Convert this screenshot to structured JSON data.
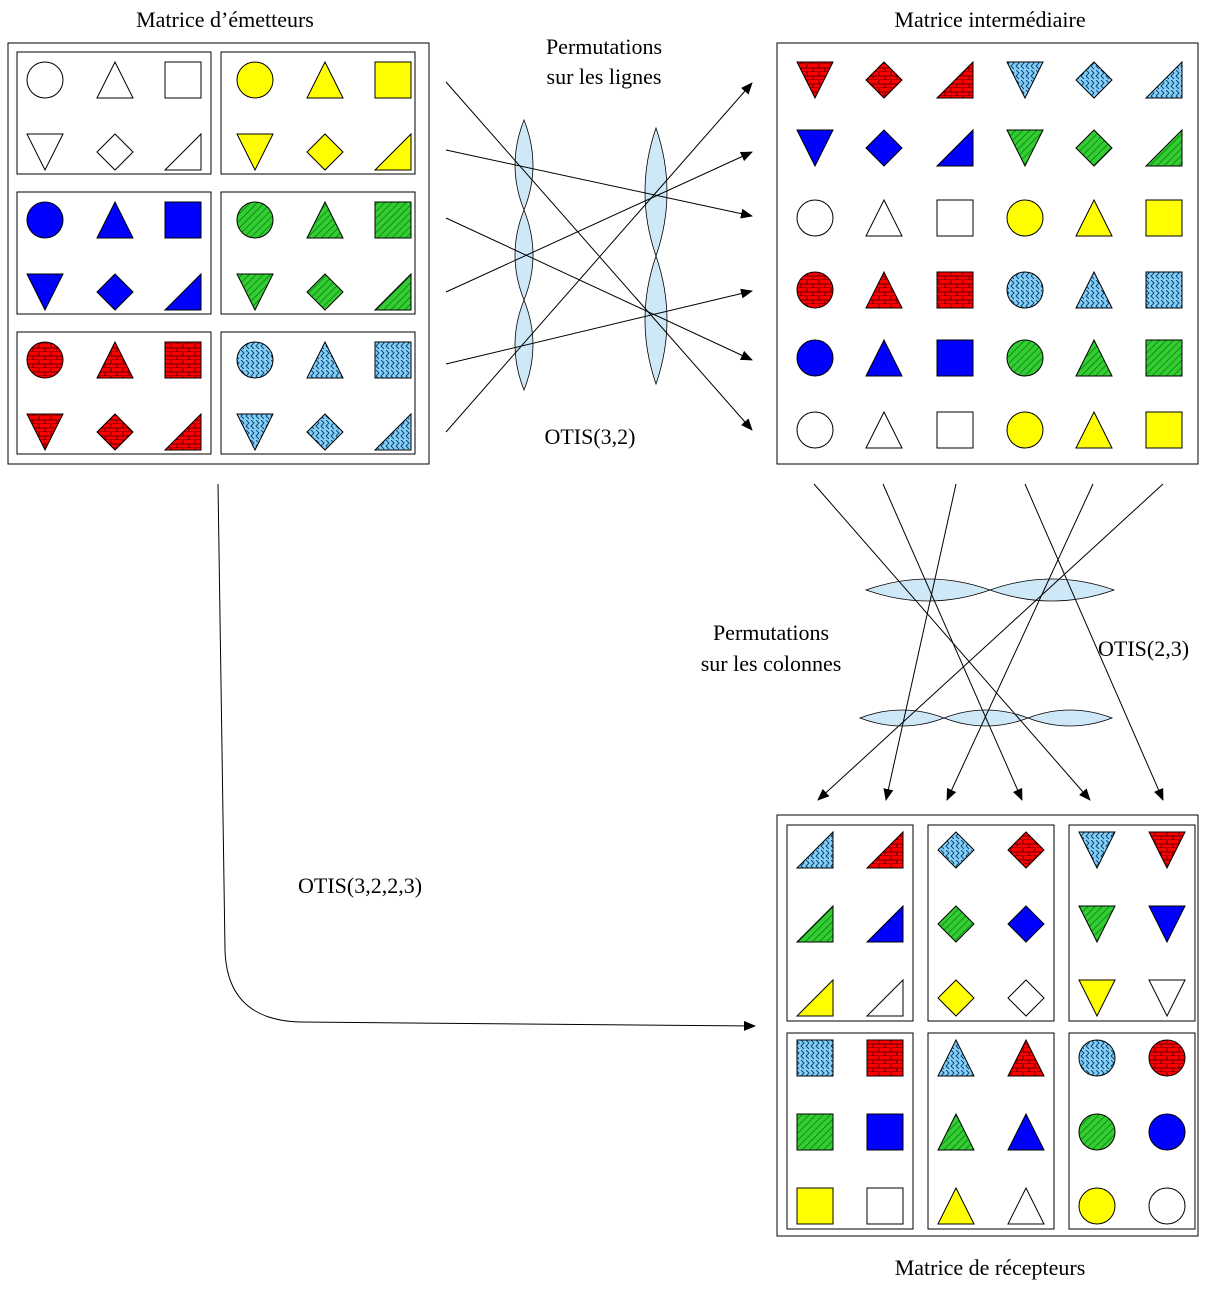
{
  "labels": {
    "emitters_title": "Matrice d’émetteurs",
    "intermediate_title": "Matrice intermédiaire",
    "receivers_title": "Matrice de récepteurs",
    "row_perm_line1": "Permutations",
    "row_perm_line2": "sur les lignes",
    "col_perm_line1": "Permutations",
    "col_perm_line2": "sur les colonnes",
    "otis_row": "OTIS(3,2)",
    "otis_col": "OTIS(2,3)",
    "otis_full": "OTIS(3,2,2,3)"
  },
  "colors": {
    "white": "#ffffff",
    "yellow": "#ffff00",
    "blue": "#0000ff",
    "green": "#33cc33",
    "red": "#ff0000",
    "lightblue": "#87cefa",
    "lens": "#cfe8f7"
  },
  "shapes_legend": [
    "circle",
    "triangle-up",
    "square",
    "triangle-down",
    "diamond",
    "right-triangle"
  ],
  "emitter_groups": [
    {
      "color": "white",
      "pattern": "none"
    },
    {
      "color": "yellow",
      "pattern": "none"
    },
    {
      "color": "blue",
      "pattern": "none"
    },
    {
      "color": "green",
      "pattern": "hatch"
    },
    {
      "color": "red",
      "pattern": "brick"
    },
    {
      "color": "lightblue",
      "pattern": "wave"
    }
  ]
}
